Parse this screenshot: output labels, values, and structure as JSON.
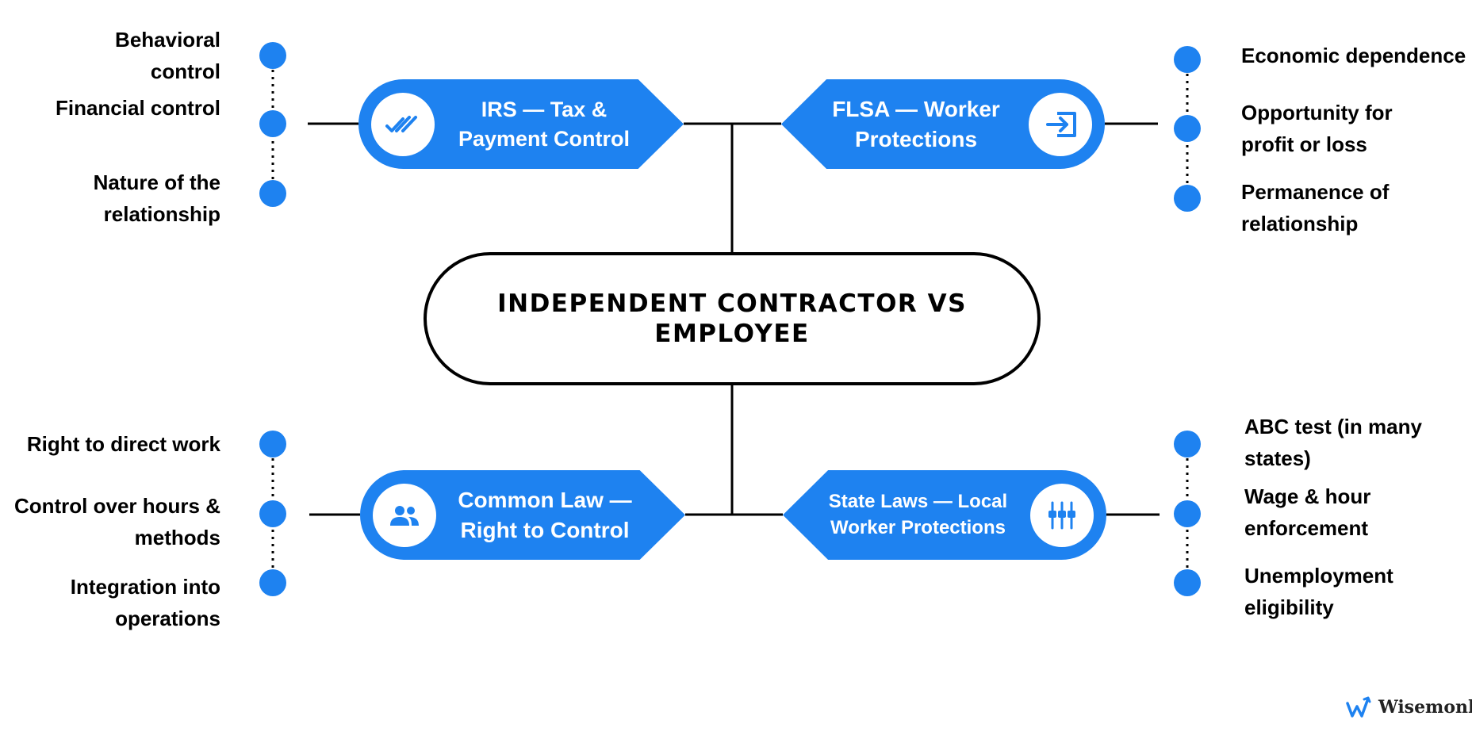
{
  "center": {
    "title": "INDEPENDENT CONTRACTOR VS EMPLOYEE"
  },
  "categories": [
    {
      "id": "irs",
      "label": "IRS — Tax & Payment Control",
      "icon": "double-check-icon",
      "items": [
        "Behavioral control",
        "Financial control",
        "Nature of the relationship"
      ]
    },
    {
      "id": "flsa",
      "label": "FLSA — Worker Protections",
      "icon": "login-arrow-icon",
      "items": [
        "Economic dependence",
        "Opportunity for profit or loss",
        "Permanence of relationship"
      ]
    },
    {
      "id": "common",
      "label": "Common Law — Right to Control",
      "icon": "people-icon",
      "items": [
        "Right to direct work",
        "Control over hours & methods",
        "Integration into operations"
      ]
    },
    {
      "id": "state",
      "label": "State Laws — Local Worker Protections",
      "icon": "sliders-icon",
      "items": [
        "ABC test (in many states)",
        "Wage & hour enforcement",
        "Unemployment eligibility"
      ]
    }
  ],
  "brand": {
    "name": "Wisemonk",
    "icon": "wisemonk-logo-icon"
  },
  "colors": {
    "accent": "#1e82f0",
    "line": "#000000",
    "text": "#000000",
    "background": "#ffffff"
  }
}
